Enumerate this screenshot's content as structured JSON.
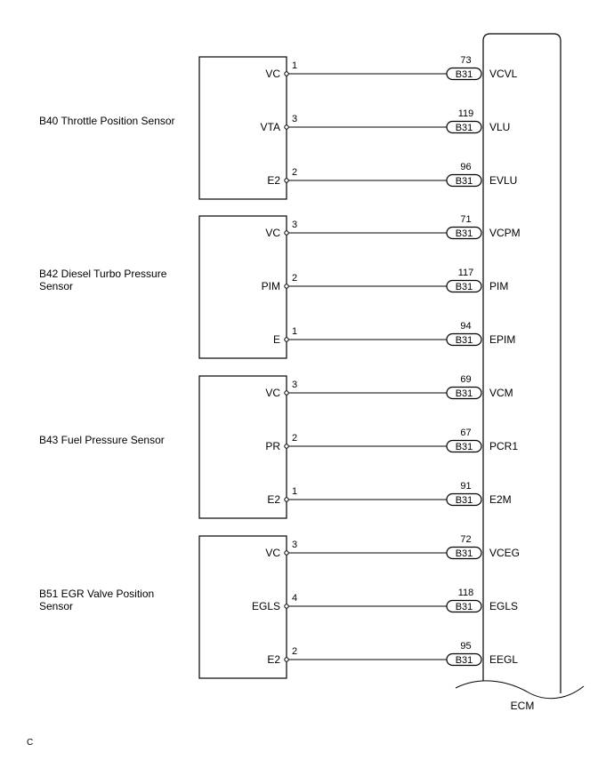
{
  "sensors": [
    {
      "label_lines": [
        "B40 Throttle Position Sensor"
      ],
      "pins": [
        {
          "name": "VC",
          "num": "1",
          "ecm_num": "73",
          "connector": "B31",
          "ecm_name": "VCVL"
        },
        {
          "name": "VTA",
          "num": "3",
          "ecm_num": "119",
          "connector": "B31",
          "ecm_name": "VLU"
        },
        {
          "name": "E2",
          "num": "2",
          "ecm_num": "96",
          "connector": "B31",
          "ecm_name": "EVLU"
        }
      ]
    },
    {
      "label_lines": [
        "B42 Diesel Turbo Pressure",
        "Sensor"
      ],
      "pins": [
        {
          "name": "VC",
          "num": "3",
          "ecm_num": "71",
          "connector": "B31",
          "ecm_name": "VCPM"
        },
        {
          "name": "PIM",
          "num": "2",
          "ecm_num": "117",
          "connector": "B31",
          "ecm_name": "PIM"
        },
        {
          "name": "E",
          "num": "1",
          "ecm_num": "94",
          "connector": "B31",
          "ecm_name": "EPIM"
        }
      ]
    },
    {
      "label_lines": [
        "B43 Fuel Pressure Sensor"
      ],
      "pins": [
        {
          "name": "VC",
          "num": "3",
          "ecm_num": "69",
          "connector": "B31",
          "ecm_name": "VCM"
        },
        {
          "name": "PR",
          "num": "2",
          "ecm_num": "67",
          "connector": "B31",
          "ecm_name": "PCR1"
        },
        {
          "name": "E2",
          "num": "1",
          "ecm_num": "91",
          "connector": "B31",
          "ecm_name": "E2M"
        }
      ]
    },
    {
      "label_lines": [
        "B51 EGR Valve Position",
        "Sensor"
      ],
      "pins": [
        {
          "name": "VC",
          "num": "3",
          "ecm_num": "72",
          "connector": "B31",
          "ecm_name": "VCEG"
        },
        {
          "name": "EGLS",
          "num": "4",
          "ecm_num": "118",
          "connector": "B31",
          "ecm_name": "EGLS"
        },
        {
          "name": "E2",
          "num": "2",
          "ecm_num": "95",
          "connector": "B31",
          "ecm_name": "EEGL"
        }
      ]
    }
  ],
  "ecm": {
    "title": "ECM"
  },
  "footer_code": "C"
}
